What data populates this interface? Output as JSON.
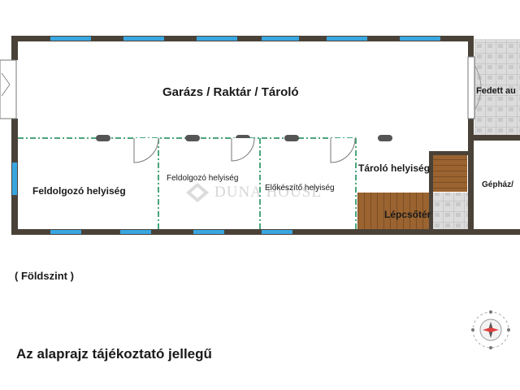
{
  "labels": {
    "main_room": "Garázs / Raktár / Tároló",
    "covered": "Fedett au",
    "processing_1": "Feldolgozó helyiség",
    "processing_2": "Feldolgozó helyiség",
    "prep": "Előkészítő helyiség",
    "storage": "Tároló helyiség",
    "stairs": "Lépcsőtér",
    "machine": "Gépház/",
    "floor": "( Földszint )",
    "note": "Az alaprajz tájékoztató jellegű"
  },
  "watermark": {
    "text": "DUNA HOUSE"
  },
  "colors": {
    "wall": "#4a4238",
    "window": "#3aa6e0",
    "partition": "#4aa57c",
    "stairs_dark": "#8b5a2b",
    "stairs_light": "#a0672f",
    "tile": "#d7d7d7"
  },
  "icons": {
    "compass": "compass-icon",
    "watermark_logo": "diamond-logo-icon"
  }
}
